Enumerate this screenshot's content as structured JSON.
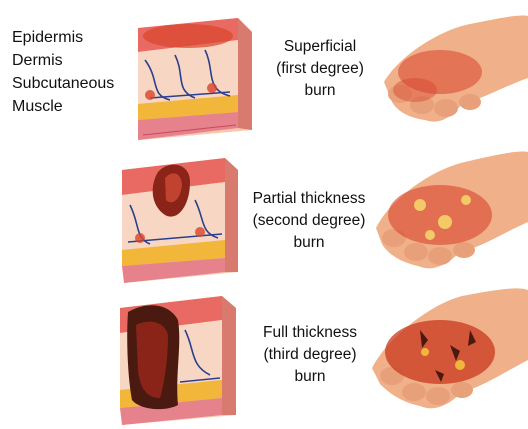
{
  "layers": {
    "items": [
      "Epidermis",
      "Dermis",
      "Subcutaneous",
      "Muscle"
    ]
  },
  "burns": [
    {
      "lines": [
        "Superficial",
        "(first degree)",
        "burn"
      ]
    },
    {
      "lines": [
        "Partial thickness",
        "(second degree)",
        "burn"
      ]
    },
    {
      "lines": [
        "Full thickness",
        "(third degree)",
        "burn"
      ]
    }
  ],
  "colors": {
    "skin_top": "#e96a62",
    "dermis": "#f3c0a6",
    "fat": "#f2b63a",
    "muscle": "#e6828c",
    "vessel": "#2c3f8f",
    "hand_base": "#f0b089",
    "burn_red": "#d8442c",
    "char": "#4a1a10"
  }
}
